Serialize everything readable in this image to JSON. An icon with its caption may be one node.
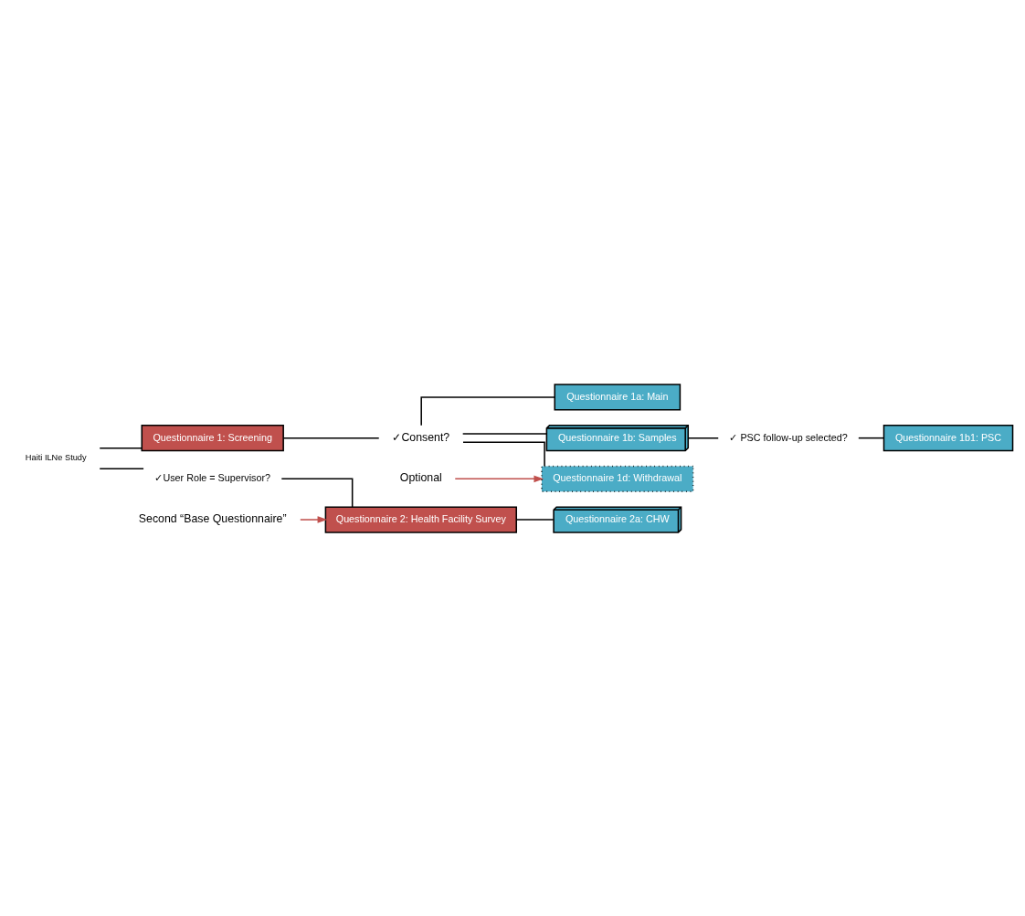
{
  "diagram": {
    "nodes": [
      {
        "text": [
          "Haiti ILNe Study"
        ]
      },
      {
        "text": [
          "Questionnaire 1: Screening"
        ]
      },
      {
        "text": [
          "✓Consent?"
        ]
      },
      {
        "text": [
          "Questionnaire 1a: Main"
        ]
      },
      {
        "text": [
          "Questionnaire 1b: Samples"
        ]
      },
      {
        "text": [
          "✓ PSC follow-up selected?"
        ]
      },
      {
        "text": [
          "Questionnaire 1b1: PSC"
        ]
      },
      {
        "text": [
          "Questionnaire 1d: Withdrawal"
        ]
      },
      {
        "text": [
          "✓User Role = Supervisor?"
        ]
      },
      {
        "text": [
          "Questionnaire 2: Health Facility Survey"
        ]
      },
      {
        "text": [
          "Questionnaire 2a: CHW"
        ]
      },
      {
        "text": [
          "Optional"
        ]
      },
      {
        "text": [
          "Second “Base Questionnaire”"
        ]
      }
    ],
    "edges": [
      {
        "from": 0,
        "to": 1,
        "arrow": "none"
      },
      {
        "from": 1,
        "to": 2,
        "arrow": "none"
      },
      {
        "from": 2,
        "to": 3,
        "arrow": "none"
      },
      {
        "from": 2,
        "to": 4,
        "arrow": "none"
      },
      {
        "from": 4,
        "to": 5,
        "arrow": "none"
      },
      {
        "from": 5,
        "to": 6,
        "arrow": "none"
      },
      {
        "from": 2,
        "to": 7,
        "arrow": "none"
      },
      {
        "from": 0,
        "to": 8,
        "arrow": "none"
      },
      {
        "from": 8,
        "to": 9,
        "arrow": "none"
      },
      {
        "from": 9,
        "to": 10,
        "arrow": "none"
      },
      {
        "from": 11,
        "to": 7,
        "arrow": "to",
        "color": "#c0504d"
      },
      {
        "from": 12,
        "to": 9,
        "arrow": "to",
        "color": "#c0504d"
      }
    ]
  }
}
